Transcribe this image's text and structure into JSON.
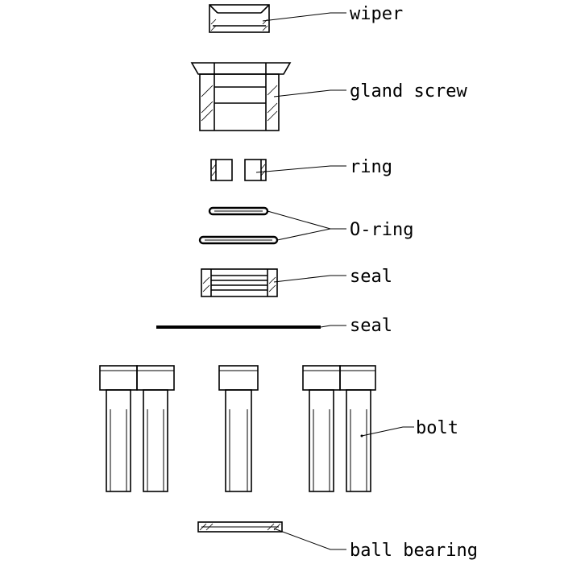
{
  "labels": {
    "wiper": "wiper",
    "gland_screw": "gland screw",
    "ring": "ring",
    "o_ring": "O-ring",
    "seal_top": "seal",
    "seal_bottom": "seal",
    "bolt": "bolt",
    "ball_bearing": "ball bearing"
  },
  "colors": {
    "line": "#000000",
    "background": "#ffffff"
  }
}
